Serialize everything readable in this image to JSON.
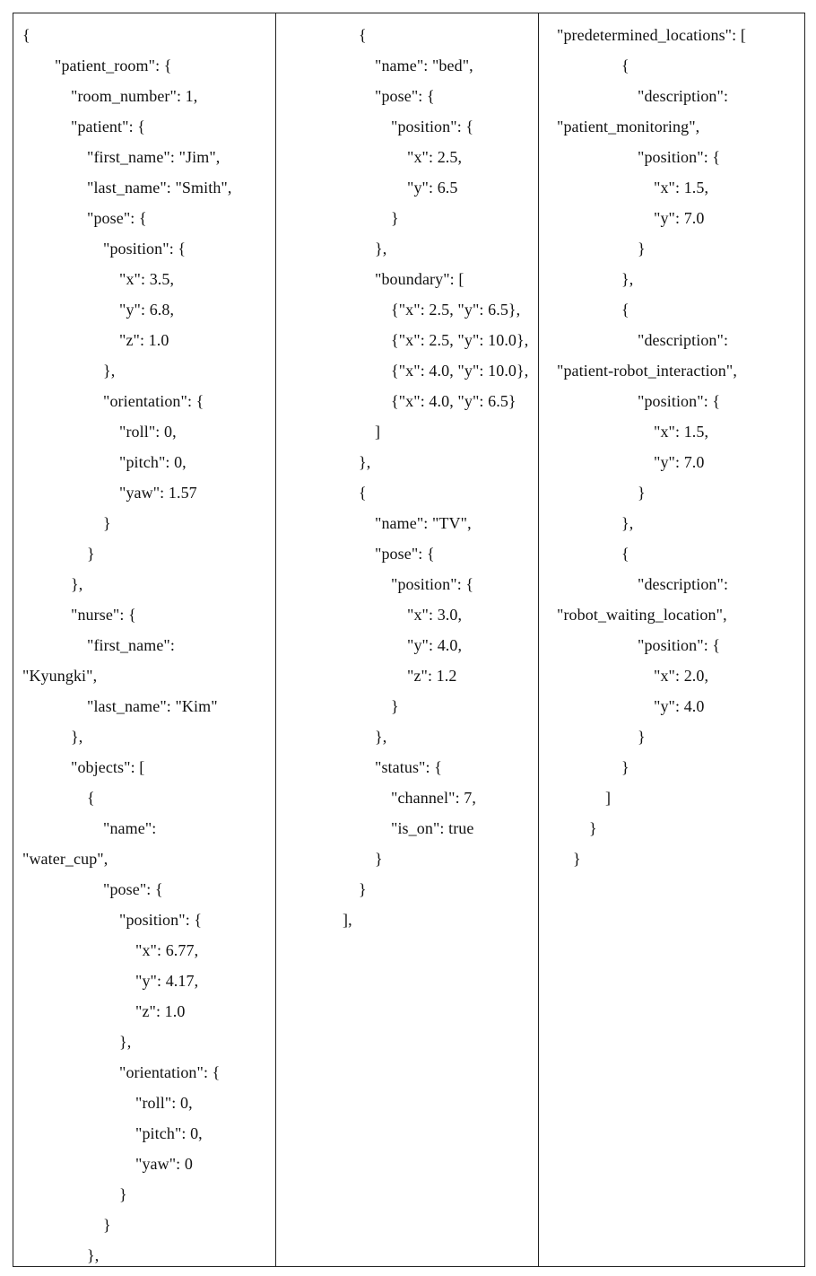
{
  "document": {
    "columns": [
      {
        "id": "col-1",
        "lines": [
          {
            "indent": 0,
            "text": "{"
          },
          {
            "indent": 36,
            "text": "\"patient_room\": {"
          },
          {
            "indent": 54,
            "text": "\"room_number\": 1,"
          },
          {
            "indent": 54,
            "text": "\"patient\": {"
          },
          {
            "indent": 72,
            "text": "\"first_name\": \"Jim\","
          },
          {
            "indent": 72,
            "text": "\"last_name\": \"Smith\","
          },
          {
            "indent": 72,
            "text": "\"pose\": {"
          },
          {
            "indent": 90,
            "text": "\"position\": {"
          },
          {
            "indent": 108,
            "text": "\"x\": 3.5,"
          },
          {
            "indent": 108,
            "text": "\"y\": 6.8,"
          },
          {
            "indent": 108,
            "text": "\"z\": 1.0"
          },
          {
            "indent": 90,
            "text": "},"
          },
          {
            "indent": 90,
            "text": "\"orientation\": {"
          },
          {
            "indent": 108,
            "text": "\"roll\": 0,"
          },
          {
            "indent": 108,
            "text": "\"pitch\": 0,"
          },
          {
            "indent": 108,
            "text": "\"yaw\": 1.57"
          },
          {
            "indent": 90,
            "text": "}"
          },
          {
            "indent": 72,
            "text": "}"
          },
          {
            "indent": 54,
            "text": "},"
          },
          {
            "indent": 54,
            "text": "\"nurse\": {"
          },
          {
            "indent": 72,
            "text": "\"first_name\":"
          },
          {
            "indent": 0,
            "text": "\"Kyungki\","
          },
          {
            "indent": 72,
            "text": "\"last_name\": \"Kim\""
          },
          {
            "indent": 54,
            "text": "},"
          },
          {
            "indent": 54,
            "text": "\"objects\": ["
          },
          {
            "indent": 72,
            "text": "{"
          },
          {
            "indent": 90,
            "text": "\"name\":"
          },
          {
            "indent": 0,
            "text": "\"water_cup\","
          },
          {
            "indent": 90,
            "text": "\"pose\": {"
          },
          {
            "indent": 108,
            "text": "\"position\": {"
          },
          {
            "indent": 126,
            "text": "\"x\": 6.77,"
          },
          {
            "indent": 126,
            "text": "\"y\": 4.17,"
          },
          {
            "indent": 126,
            "text": "\"z\": 1.0"
          },
          {
            "indent": 108,
            "text": "},"
          },
          {
            "indent": 108,
            "text": "\"orientation\": {"
          },
          {
            "indent": 126,
            "text": "\"roll\": 0,"
          },
          {
            "indent": 126,
            "text": "\"pitch\": 0,"
          },
          {
            "indent": 126,
            "text": "\"yaw\": 0"
          },
          {
            "indent": 108,
            "text": "}"
          },
          {
            "indent": 90,
            "text": "}"
          },
          {
            "indent": 72,
            "text": "},"
          }
        ]
      },
      {
        "id": "col-2",
        "lines": [
          {
            "indent": 82,
            "text": "{"
          },
          {
            "indent": 100,
            "text": "\"name\": \"bed\","
          },
          {
            "indent": 100,
            "text": "\"pose\": {"
          },
          {
            "indent": 118,
            "text": "\"position\": {"
          },
          {
            "indent": 136,
            "text": "\"x\": 2.5,"
          },
          {
            "indent": 136,
            "text": "\"y\": 6.5"
          },
          {
            "indent": 118,
            "text": "}"
          },
          {
            "indent": 100,
            "text": "},"
          },
          {
            "indent": 100,
            "text": "\"boundary\": ["
          },
          {
            "indent": 118,
            "text": "{\"x\": 2.5, \"y\": 6.5},"
          },
          {
            "indent": 118,
            "text": "{\"x\": 2.5, \"y\": 10.0},"
          },
          {
            "indent": 118,
            "text": "{\"x\": 4.0, \"y\": 10.0},"
          },
          {
            "indent": 118,
            "text": "{\"x\": 4.0, \"y\": 6.5}"
          },
          {
            "indent": 100,
            "text": "]"
          },
          {
            "indent": 82,
            "text": "},"
          },
          {
            "indent": 82,
            "text": "{"
          },
          {
            "indent": 100,
            "text": "\"name\": \"TV\","
          },
          {
            "indent": 100,
            "text": "\"pose\": {"
          },
          {
            "indent": 118,
            "text": "\"position\": {"
          },
          {
            "indent": 136,
            "text": "\"x\": 3.0,"
          },
          {
            "indent": 136,
            "text": "\"y\": 4.0,"
          },
          {
            "indent": 136,
            "text": "\"z\": 1.2"
          },
          {
            "indent": 118,
            "text": "}"
          },
          {
            "indent": 100,
            "text": "},"
          },
          {
            "indent": 100,
            "text": "\"status\": {"
          },
          {
            "indent": 118,
            "text": "\"channel\": 7,"
          },
          {
            "indent": 118,
            "text": "\"is_on\": true"
          },
          {
            "indent": 100,
            "text": "}"
          },
          {
            "indent": 82,
            "text": "}"
          },
          {
            "indent": 64,
            "text": "],"
          }
        ]
      },
      {
        "id": "col-3",
        "lines": [
          {
            "indent": 10,
            "text": "\"predetermined_locations\": ["
          },
          {
            "indent": 82,
            "text": "{"
          },
          {
            "indent": 100,
            "text": "\"description\":"
          },
          {
            "indent": 10,
            "text": "\"patient_monitoring\","
          },
          {
            "indent": 100,
            "text": "\"position\": {"
          },
          {
            "indent": 118,
            "text": "\"x\": 1.5,"
          },
          {
            "indent": 118,
            "text": "\"y\": 7.0"
          },
          {
            "indent": 100,
            "text": "}"
          },
          {
            "indent": 82,
            "text": "},"
          },
          {
            "indent": 82,
            "text": "{"
          },
          {
            "indent": 100,
            "text": "\"description\":"
          },
          {
            "indent": 10,
            "text": "\"patient-robot_interaction\","
          },
          {
            "indent": 100,
            "text": "\"position\": {"
          },
          {
            "indent": 118,
            "text": "\"x\": 1.5,"
          },
          {
            "indent": 118,
            "text": "\"y\": 7.0"
          },
          {
            "indent": 100,
            "text": "}"
          },
          {
            "indent": 82,
            "text": "},"
          },
          {
            "indent": 82,
            "text": "{"
          },
          {
            "indent": 100,
            "text": "\"description\":"
          },
          {
            "indent": 10,
            "text": "\"robot_waiting_location\","
          },
          {
            "indent": 100,
            "text": "\"position\": {"
          },
          {
            "indent": 118,
            "text": "\"x\": 2.0,"
          },
          {
            "indent": 118,
            "text": "\"y\": 4.0"
          },
          {
            "indent": 100,
            "text": "}"
          },
          {
            "indent": 82,
            "text": "}"
          },
          {
            "indent": 64,
            "text": "]"
          },
          {
            "indent": 46,
            "text": "}"
          },
          {
            "indent": 28,
            "text": "}"
          }
        ]
      }
    ]
  }
}
